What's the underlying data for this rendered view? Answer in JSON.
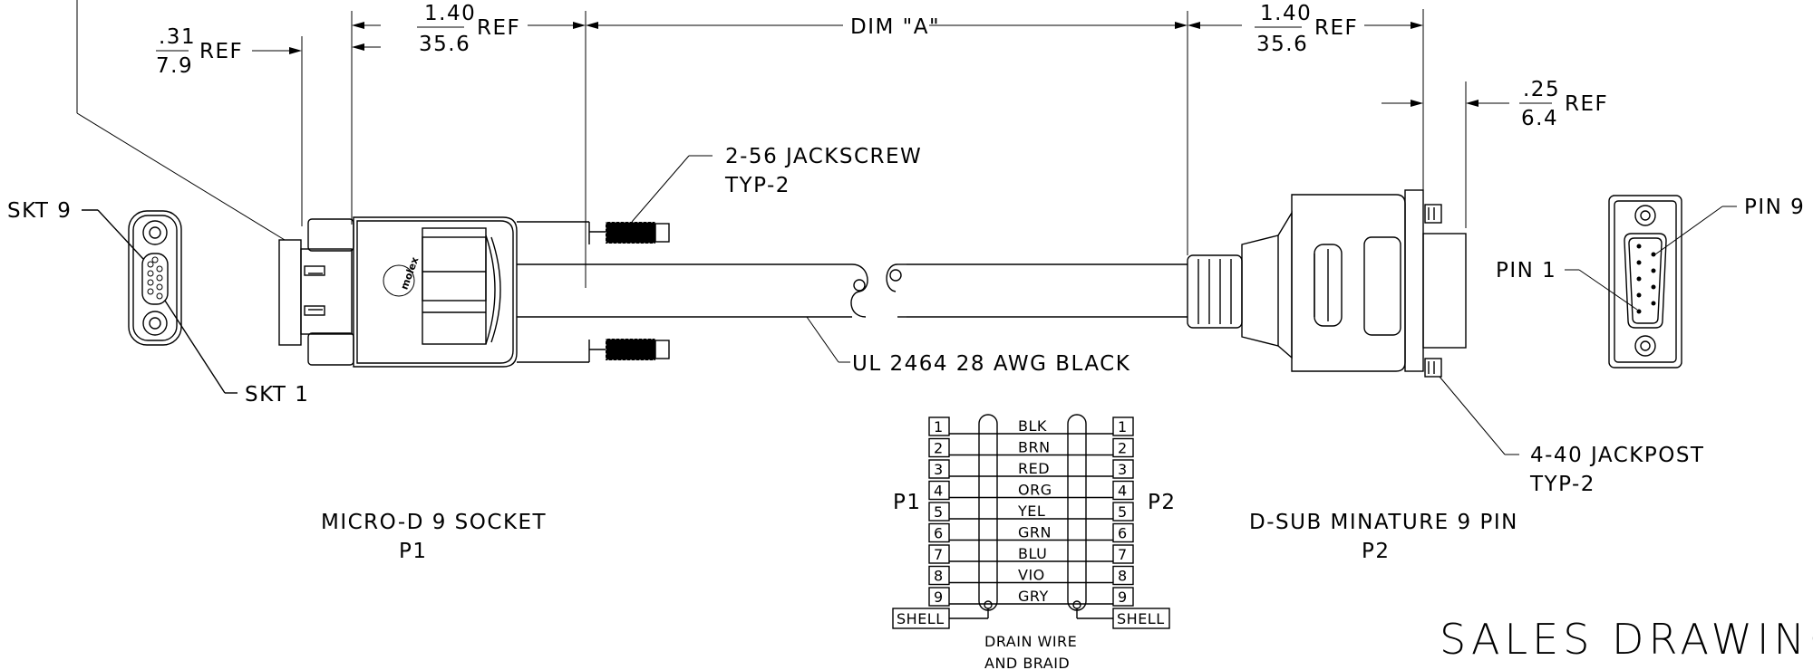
{
  "title_block": {
    "text": "SALES DRAWING"
  },
  "dimensions": {
    "left_ref_top": ".31",
    "left_ref_bottom": "7.9",
    "left_ref_suffix": "REF",
    "p1_ref_top": "1.40",
    "p1_ref_bottom": "35.6",
    "p1_ref_suffix": "REF",
    "dim_a": "DIM \"A\"",
    "p2_ref_top": "1.40",
    "p2_ref_bottom": "35.6",
    "p2_ref_suffix": "REF",
    "post_ref_top": ".25",
    "post_ref_bottom": "6.4",
    "post_ref_suffix": "REF"
  },
  "callouts": {
    "jackscrew_line1": "2-56 JACKSCREW",
    "jackscrew_line2": "TYP-2",
    "cable": "UL 2464 28 AWG BLACK",
    "jackpost_line1": "4-40 JACKPOST",
    "jackpost_line2": "TYP-2",
    "skt9": "SKT 9",
    "skt1": "SKT 1",
    "pin1": "PIN 1",
    "pin9": "PIN 9"
  },
  "connectors": {
    "p1_name": "MICRO-D 9 SOCKET",
    "p1_ref": "P1",
    "p2_name": "D-SUB MINATURE 9 PIN",
    "p2_ref": "P2",
    "brand": "molex"
  },
  "wiring": {
    "left_label": "P1",
    "right_label": "P2",
    "pins": [
      "1",
      "2",
      "3",
      "4",
      "5",
      "6",
      "7",
      "8",
      "9"
    ],
    "colors": [
      "BLK",
      "BRN",
      "RED",
      "ORG",
      "YEL",
      "GRN",
      "BLU",
      "VIO",
      "GRY"
    ],
    "shell_left": "SHELL",
    "shell_right": "SHELL",
    "drain_line1": "DRAIN WIRE",
    "drain_line2": "AND BRAID"
  }
}
